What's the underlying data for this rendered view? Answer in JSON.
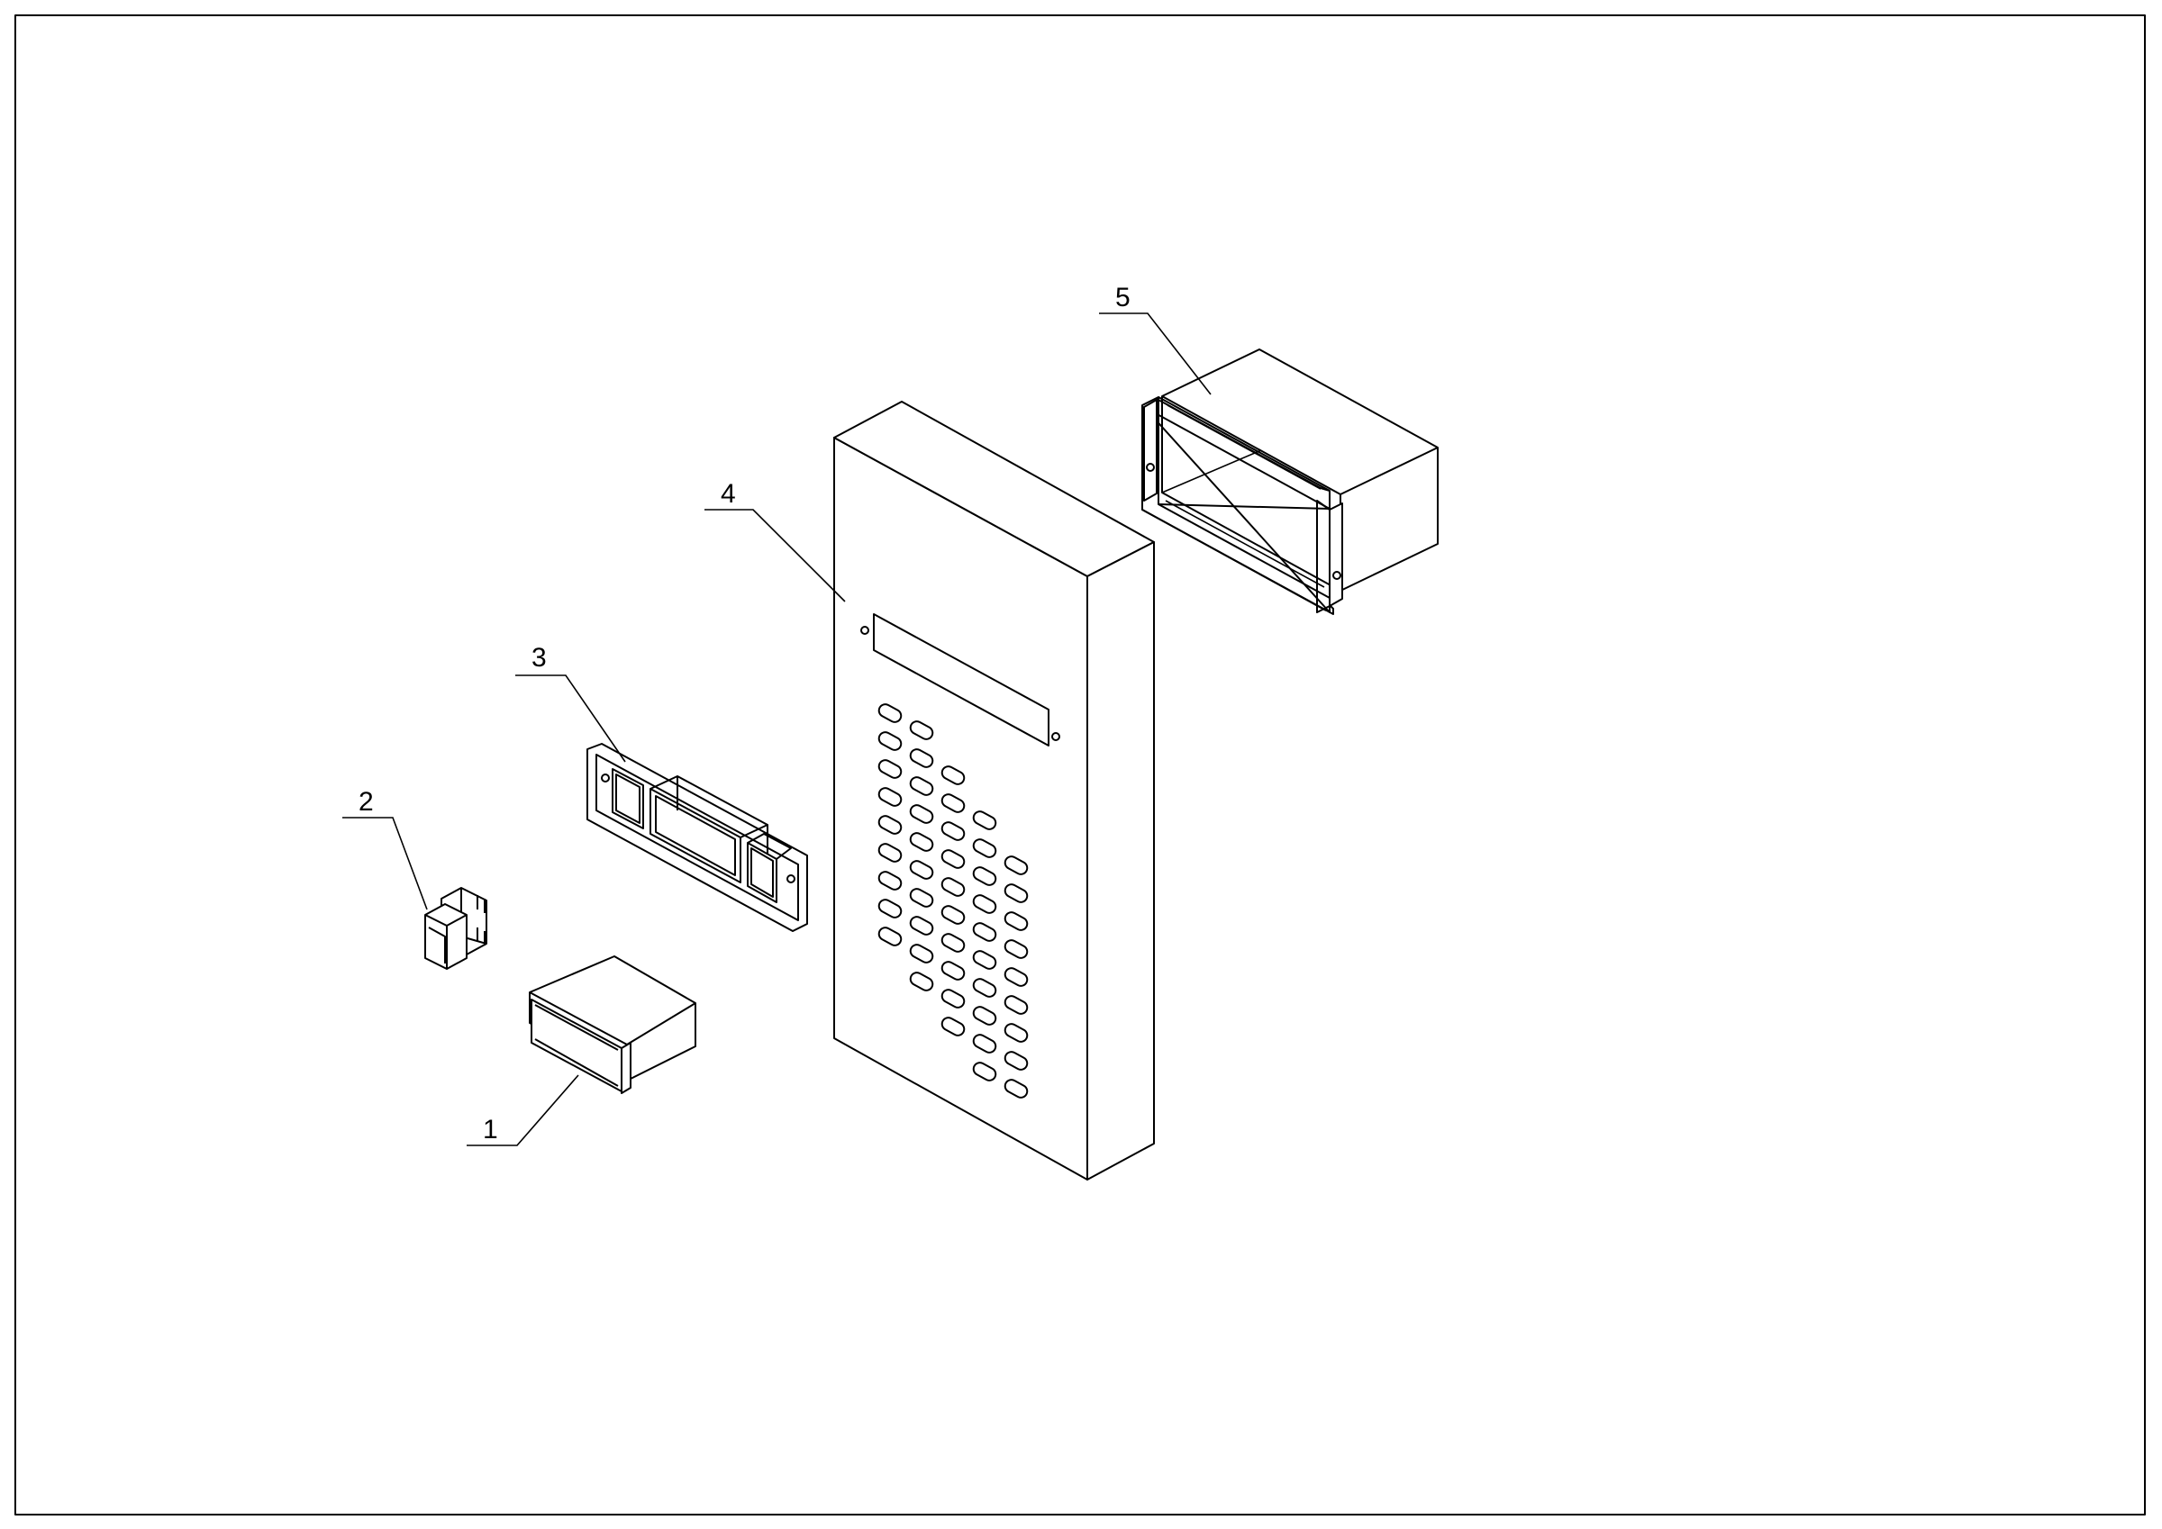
{
  "diagram": {
    "callouts": [
      {
        "id": "1",
        "label": "1"
      },
      {
        "id": "2",
        "label": "2"
      },
      {
        "id": "3",
        "label": "3"
      },
      {
        "id": "4",
        "label": "4"
      },
      {
        "id": "5",
        "label": "5"
      }
    ],
    "line_color": "#000000",
    "background_color": "#ffffff"
  }
}
